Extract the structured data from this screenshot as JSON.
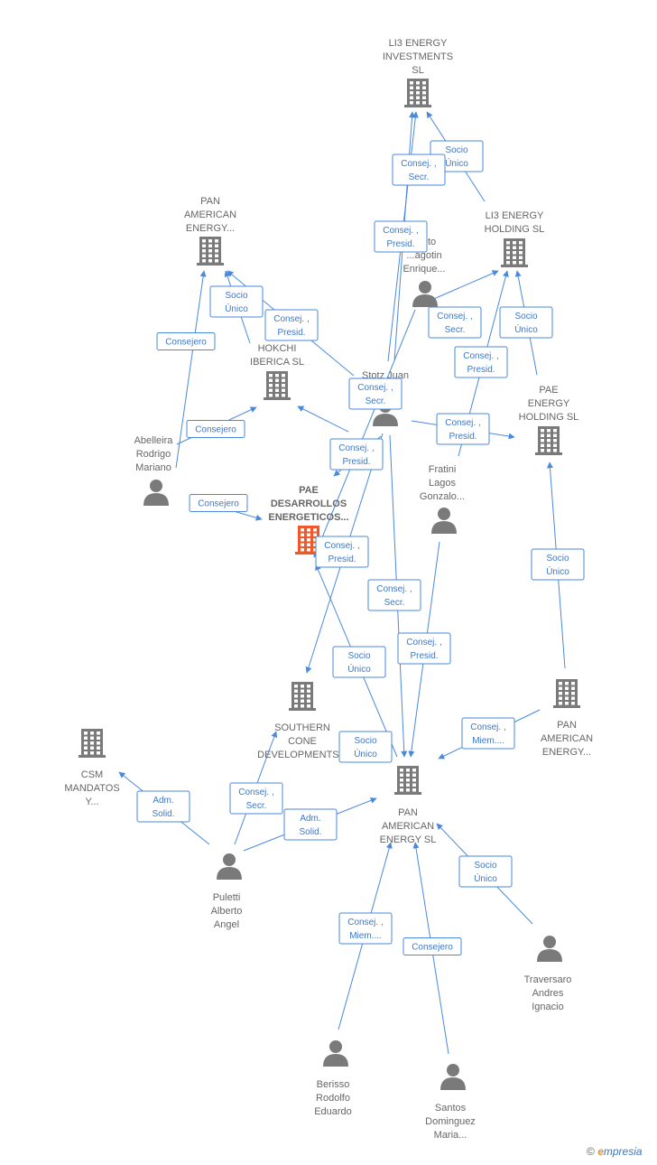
{
  "colors": {
    "edge": "#4a89dc",
    "node": "#7a7a7a",
    "focus": "#f0572a",
    "label": "#666666"
  },
  "brand": {
    "symbol": "©",
    "e": "e",
    "rest": "mpresia"
  },
  "nodes": [
    {
      "id": "li3inv",
      "type": "company",
      "label": [
        "LI3 ENERGY",
        "INVESTMENTS",
        "SL"
      ]
    },
    {
      "id": "li3hold",
      "type": "company",
      "label": [
        "LI3 ENERGY",
        "HOLDING  SL"
      ]
    },
    {
      "id": "panam1",
      "type": "company",
      "label": [
        "PAN",
        "AMERICAN",
        "ENERGY..."
      ]
    },
    {
      "id": "hokchi",
      "type": "company",
      "label": [
        "HOKCHI",
        "IBERICA  SL"
      ]
    },
    {
      "id": "paehold",
      "type": "company",
      "label": [
        "PAE",
        "ENERGY",
        "HOLDING  SL"
      ]
    },
    {
      "id": "paedes",
      "type": "focus",
      "label": [
        "PAE",
        "DESARROLLOS",
        "ENERGETICOS..."
      ]
    },
    {
      "id": "southern",
      "type": "company",
      "label": [
        "SOUTHERN",
        "CONE",
        "DEVELOPMENTS..."
      ]
    },
    {
      "id": "csm",
      "type": "company",
      "label": [
        "CSM",
        "MANDATOS",
        "Y..."
      ]
    },
    {
      "id": "panamsl",
      "type": "company",
      "label": [
        "PAN",
        "AMERICAN",
        "ENERGY  SL"
      ]
    },
    {
      "id": "panam2",
      "type": "company",
      "label": [
        "PAN",
        "AMERICAN",
        "ENERGY..."
      ]
    },
    {
      "id": "esposito",
      "type": "person",
      "label": [
        "...sito",
        "...agotin",
        "Enrique..."
      ]
    },
    {
      "id": "stotz",
      "type": "person",
      "label": [
        "Stotz Juan"
      ]
    },
    {
      "id": "abelleira",
      "type": "person",
      "label": [
        "Abelleira",
        "Rodrigo",
        "Mariano"
      ]
    },
    {
      "id": "fratini",
      "type": "person",
      "label": [
        "Fratini",
        "Lagos",
        "Gonzalo..."
      ]
    },
    {
      "id": "puletti",
      "type": "person",
      "label": [
        "Puletti",
        "Alberto",
        "Angel"
      ]
    },
    {
      "id": "traversaro",
      "type": "person",
      "label": [
        "Traversaro",
        "Andres",
        "Ignacio"
      ]
    },
    {
      "id": "berisso",
      "type": "person",
      "label": [
        "Berisso",
        "Rodolfo",
        "Eduardo"
      ]
    },
    {
      "id": "santos",
      "type": "person",
      "label": [
        "Santos",
        "Dominguez",
        "Maria..."
      ]
    }
  ],
  "edges": [
    {
      "from": "li3hold",
      "to": "li3inv",
      "label": [
        "Socio",
        "Único"
      ]
    },
    {
      "from": "stotz",
      "to": "li3inv",
      "label": [
        "Consej. ,",
        "Secr."
      ]
    },
    {
      "from": "stotz",
      "to": "li3inv",
      "label": [
        "Consej. ,",
        "Presid."
      ]
    },
    {
      "from": "stotz",
      "to": "li3hold",
      "label": [
        "Consej. ,",
        "Secr."
      ]
    },
    {
      "from": "fratini",
      "to": "li3hold",
      "label": [
        "Consej. ,",
        "Presid."
      ]
    },
    {
      "from": "paehold",
      "to": "li3hold",
      "label": [
        "Socio",
        "Único"
      ]
    },
    {
      "from": "abelleira",
      "to": "panam1",
      "label": [
        "Consejero"
      ]
    },
    {
      "from": "hokchi",
      "to": "panam1",
      "label": [
        "Socio",
        "Único"
      ]
    },
    {
      "from": "stotz",
      "to": "panam1",
      "label": [
        "Consej. ,",
        "Presid."
      ]
    },
    {
      "from": "abelleira",
      "to": "hokchi",
      "label": [
        "Consejero"
      ]
    },
    {
      "from": "stotz",
      "to": "hokchi",
      "label": [
        "Consej. ,",
        "Secr."
      ]
    },
    {
      "from": "stotz",
      "to": "paehold",
      "label": [
        "Consej. ,",
        "Presid."
      ]
    },
    {
      "from": "panam2",
      "to": "paehold",
      "label": [
        "Socio",
        "Único"
      ]
    },
    {
      "from": "abelleira",
      "to": "paedes",
      "label": [
        "Consejero"
      ]
    },
    {
      "from": "stotz",
      "to": "paedes",
      "label": [
        "Consej. ,",
        "Presid."
      ]
    },
    {
      "from": "esposito",
      "to": "paedes",
      "label": [
        "Consej. ,",
        "Presid."
      ]
    },
    {
      "from": "panamsl",
      "to": "paedes",
      "label": [
        "Socio",
        "Único"
      ]
    },
    {
      "from": "stotz",
      "to": "panamsl",
      "label": [
        "Consej. ,",
        "Secr."
      ]
    },
    {
      "from": "fratini",
      "to": "panamsl",
      "label": [
        "Consej. ,",
        "Presid."
      ]
    },
    {
      "from": "stotz",
      "to": "southern",
      "label": [
        "Socio",
        "Único"
      ]
    },
    {
      "from": "puletti",
      "to": "southern",
      "label": [
        "Consej. ,",
        "Secr."
      ]
    },
    {
      "from": "abelleira",
      "to": "csm",
      "label": [
        "Adm.",
        "Solid."
      ]
    },
    {
      "from": "puletti",
      "to": "csm",
      "label": [
        "Adm.",
        "Solid."
      ]
    },
    {
      "from": "puletti",
      "to": "panamsl",
      "label": [
        "Consej. ,",
        "Miem...."
      ]
    },
    {
      "from": "panam2",
      "to": "panamsl",
      "label": [
        "Socio",
        "Único"
      ]
    },
    {
      "from": "traversaro",
      "to": "panamsl",
      "label": [
        "Consej. ,",
        "Miem...."
      ]
    },
    {
      "from": "berisso",
      "to": "panamsl",
      "label": [
        "Consejero"
      ]
    },
    {
      "from": "santos",
      "to": "panamsl",
      "label": [
        "Consej. ,",
        "Miem...."
      ]
    }
  ]
}
